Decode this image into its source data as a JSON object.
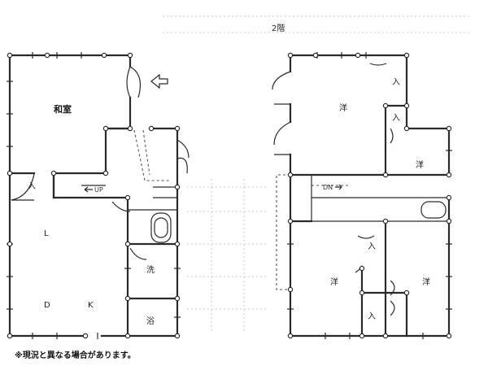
{
  "floor2_label": "2階",
  "rooms_floor1": {
    "washitsu": "和室",
    "living": "L",
    "dining": "D",
    "kitchen": "K",
    "wash": "洗",
    "bath": "浴",
    "closet": "入",
    "stair_up": "UP"
  },
  "rooms_floor2": {
    "yo_top": "洋",
    "yo_right": "洋",
    "yo_bottom_left": "洋",
    "yo_bottom_right": "洋",
    "closet_top": "入",
    "closet_mid": "入",
    "closet_low": "入",
    "closet_bottom": "入",
    "stair_down": "DN"
  },
  "note": "※現況と異なる場合があります。"
}
